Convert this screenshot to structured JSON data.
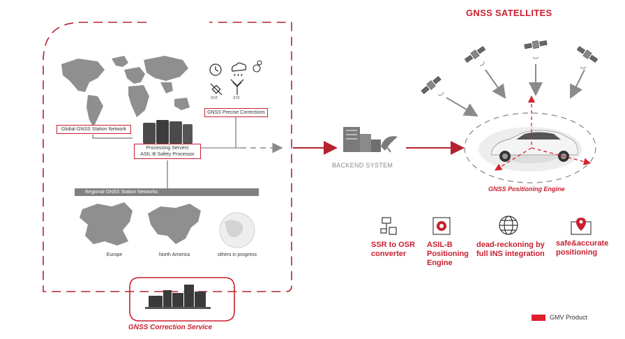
{
  "title": "GNSS SATELLITES",
  "correction_service": {
    "global_network": "Global GNSS Station Network",
    "precise_corrections": "GNSS Precise Corrections",
    "servers_line1": "Processing Servers",
    "servers_line2": "ASIL-B Safety Processor",
    "regional_bar": "Regional GNSS Station Networks",
    "regions": [
      "Europe",
      "North America",
      "others in progress"
    ],
    "label": "GNSS Correction Service",
    "icon_caption_1": "XYZ",
    "icon_caption_2": "XYZ"
  },
  "backend": {
    "label": "BACKEND SYSTEM"
  },
  "engine": {
    "label": "GNSS Positioning Engine"
  },
  "features": [
    {
      "icon": "converter-icon",
      "line1": "SSR to OSR",
      "line2": "converter",
      "line3": ""
    },
    {
      "icon": "chip-icon",
      "line1": "ASIL-B",
      "line2": "Positioning",
      "line3": "Engine"
    },
    {
      "icon": "globe-grid-icon",
      "line1": "dead-reckoning by",
      "line2": "full INS integration",
      "line3": ""
    },
    {
      "icon": "map-pin-icon",
      "line1": "safe&accurate",
      "line2": "positioning",
      "line3": ""
    }
  ],
  "legend": {
    "label": "GMV Product",
    "color": "#e0202f"
  },
  "colors": {
    "accent": "#c8202f",
    "grey": "#8a8a8a"
  }
}
